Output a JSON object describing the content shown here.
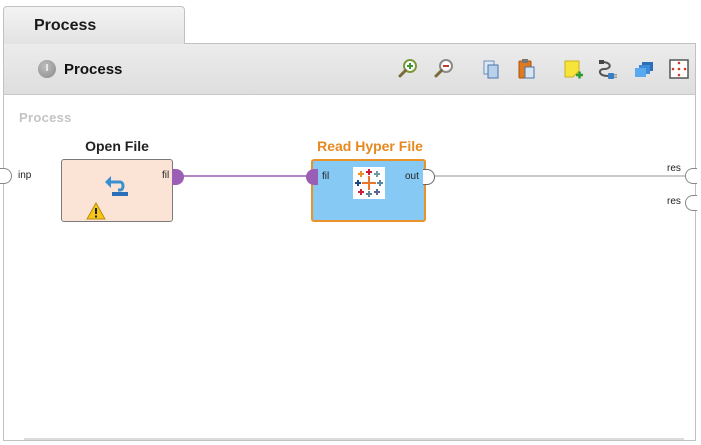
{
  "tab": {
    "label": "Process"
  },
  "toolbar": {
    "title": "Process",
    "buttons": [
      {
        "name": "zoom-in"
      },
      {
        "name": "zoom-out"
      },
      {
        "name": "copy"
      },
      {
        "name": "paste"
      },
      {
        "name": "add-note"
      },
      {
        "name": "auto-wire"
      },
      {
        "name": "layers"
      },
      {
        "name": "fit"
      }
    ]
  },
  "canvas": {
    "label": "Process",
    "left_port": "inp",
    "right_ports": [
      "res",
      "res"
    ]
  },
  "operators": [
    {
      "title": "Open File",
      "port_out": "fil",
      "warning": true
    },
    {
      "title": "Read Hyper File",
      "port_in": "fil",
      "port_out": "out"
    }
  ],
  "colors": {
    "op1_fill": "#fbe3d6",
    "op2_fill": "#87c9f5",
    "op2_border": "#e9922a",
    "op2_title": "#e6881f",
    "wire_file": "#9a5fb5",
    "wire_data": "#b0b0b0"
  }
}
